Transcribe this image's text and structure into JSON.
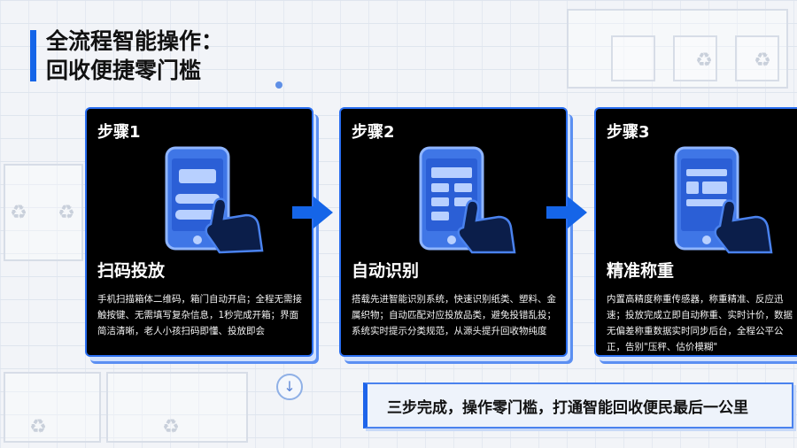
{
  "title": {
    "line1": "全流程智能操作：",
    "line2": "回收便捷零门槛"
  },
  "steps": [
    {
      "step_label": "步骤1",
      "heading": "扫码投放",
      "description": "手机扫描箱体二维码，箱门自动开启；全程无需接触按键、无需填写复杂信息，1秒完成开箱；界面简洁清晰，老人小孩扫码即懂、投放即会",
      "icon": "phone-scan-icon"
    },
    {
      "step_label": "步骤2",
      "heading": "自动识别",
      "description": "搭载先进智能识别系统，快速识别纸类、塑料、金属织物；自动匹配对应投放品类，避免投错乱投；系统实时提示分类规范，从源头提升回收物纯度",
      "icon": "phone-grid-icon"
    },
    {
      "step_label": "步骤3",
      "heading": "精准称重",
      "description": "内置高精度称重传感器，称重精准、反应迅速；投放完成立即自动称重、实时计价，数据无偏差称重数据实时同步后台，全程公平公正，告别\"压秤、估价模糊\"",
      "icon": "phone-form-icon"
    }
  ],
  "banner": {
    "text": "三步完成，操作零门槛，打通智能回收便民最后一公里"
  },
  "colors": {
    "accent": "#1565e8",
    "card_bg": "#000000",
    "phone_fill": "#3f76e6"
  }
}
